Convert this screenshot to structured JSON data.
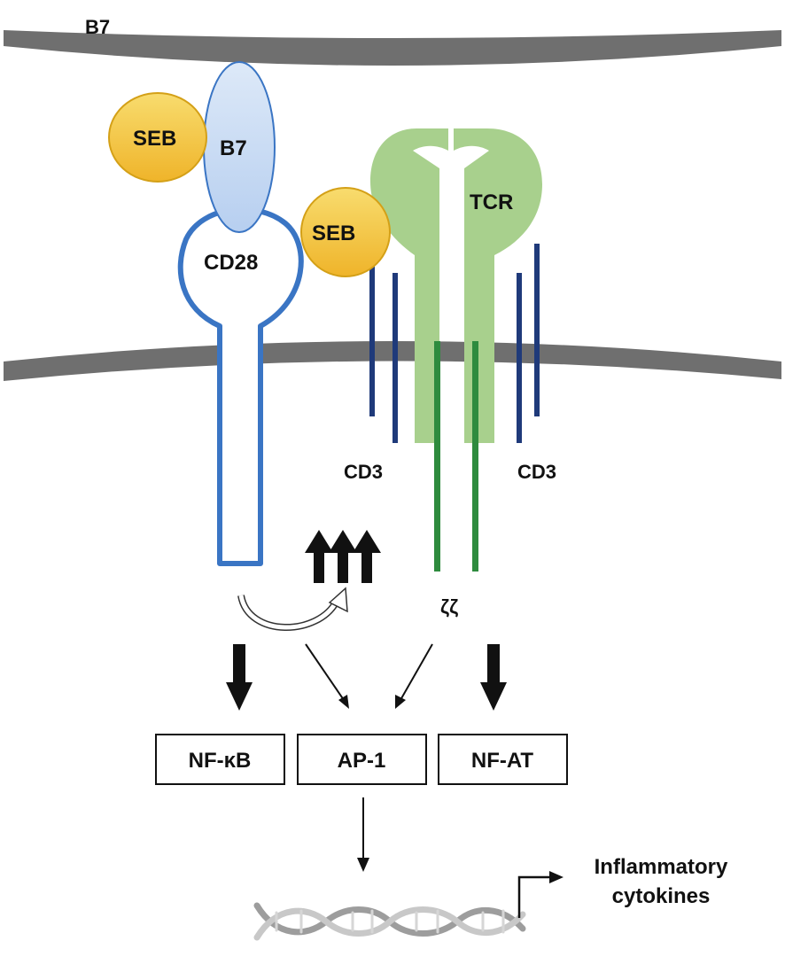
{
  "labels": {
    "apc_cell": "B7",
    "b7": "B7",
    "seb_left": "SEB",
    "seb_right": "SEB",
    "cd28": "CD28",
    "tcr": "TCR",
    "cd3_left": "CD3",
    "cd3_right": "CD3",
    "zeta": "ζζ",
    "nfkb": "NF-κB",
    "ap1": "AP-1",
    "nfat": "NF-AT",
    "cytokines_line1": "Inflammatory",
    "cytokines_line2": "cytokines"
  },
  "colors": {
    "membrane": "#6f6f6f",
    "seb_fill": "#f3c641",
    "seb_stroke": "#d4a017",
    "b7_fill": "#c9dcf3",
    "b7_stroke": "#3a75c4",
    "cd28_stroke": "#3a75c4",
    "tcr_fill": "#a8d08d",
    "cd3_bar": "#1f3a7a",
    "zeta_bar": "#2e8b3e",
    "dna": "#b3b3b3"
  }
}
